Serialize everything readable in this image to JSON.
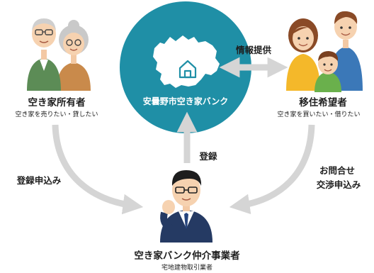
{
  "diagram": {
    "center": {
      "title": "安曇野市空き家バンク",
      "icon": "house-icon"
    },
    "owners": {
      "title": "空き家所有者",
      "subtitle": "空き家を売りたい・貸したい"
    },
    "seekers": {
      "title": "移住希望者",
      "subtitle": "空き家を買いたい・借りたい"
    },
    "broker": {
      "title": "空き家バンク仲介事業者",
      "subtitle": "宅地建物取引業者"
    },
    "flows": {
      "info": "情報提供",
      "register": "登録",
      "owner_apply": "登録申込み",
      "inquiry_line1": "お問合せ",
      "inquiry_line2": "交渉申込み"
    },
    "colors": {
      "circle": "#1f8fa6",
      "arrow": "#d5d5d5",
      "text": "#1e1e1e"
    }
  }
}
